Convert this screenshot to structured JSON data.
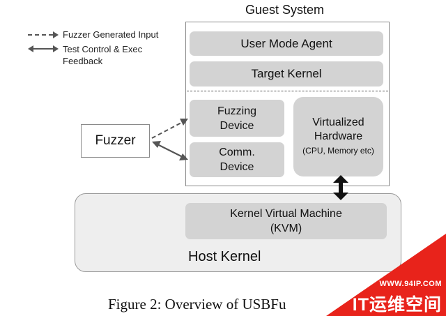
{
  "legend": {
    "fuzzer_input": "Fuzzer Generated Input",
    "test_control_line1": "Test Control & Exec",
    "test_control_line2": "Feedback"
  },
  "guest_system": {
    "title": "Guest System",
    "user_mode_agent": "User Mode Agent",
    "target_kernel": "Target Kernel",
    "fuzzing_device_line1": "Fuzzing",
    "fuzzing_device_line2": "Device",
    "comm_device_line1": "Comm.",
    "comm_device_line2": "Device",
    "virtualized_hw_line1": "Virtualized",
    "virtualized_hw_line2": "Hardware",
    "virtualized_hw_line3": "(CPU, Memory etc)"
  },
  "fuzzer": {
    "label": "Fuzzer"
  },
  "host": {
    "kvm_line1": "Kernel Virtual Machine",
    "kvm_line2": "(KVM)",
    "host_kernel": "Host Kernel"
  },
  "caption": "Figure 2: Overview of USBFu",
  "watermark": {
    "url": "WWW.94IP.COM",
    "brand": "IT运维空间"
  },
  "colors": {
    "box_fill": "#d3d3d3",
    "host_fill": "#eeeeee",
    "watermark_red": "#e8231b"
  }
}
